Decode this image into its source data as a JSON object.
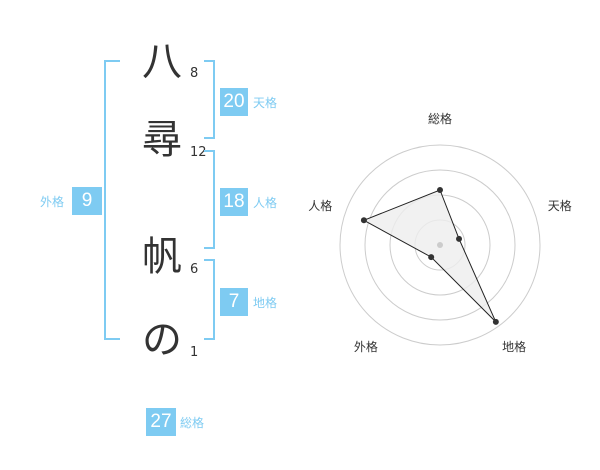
{
  "name": {
    "characters": [
      {
        "char": "八",
        "strokes": "8"
      },
      {
        "char": "尋",
        "strokes": "12"
      },
      {
        "char": "帆",
        "strokes": "6"
      },
      {
        "char": "の",
        "strokes": "1"
      }
    ]
  },
  "fortune": {
    "tenkaku": {
      "value": "20",
      "label": "天格"
    },
    "jinkaku": {
      "value": "18",
      "label": "人格"
    },
    "chikaku": {
      "value": "7",
      "label": "地格"
    },
    "gaikaku": {
      "value": "9",
      "label": "外格"
    },
    "soukaku": {
      "value": "27",
      "label": "総格"
    }
  },
  "colors": {
    "accent": "#7ecbf2",
    "text": "#333333",
    "radar_fill": "#eeeeee",
    "ring": "#cccccc"
  },
  "chart_data": {
    "type": "radar",
    "axes": [
      "総格",
      "天格",
      "地格",
      "外格",
      "人格"
    ],
    "values": [
      0.55,
      0.2,
      0.95,
      0.15,
      0.8
    ],
    "rings": 4,
    "range": [
      0,
      1
    ]
  }
}
